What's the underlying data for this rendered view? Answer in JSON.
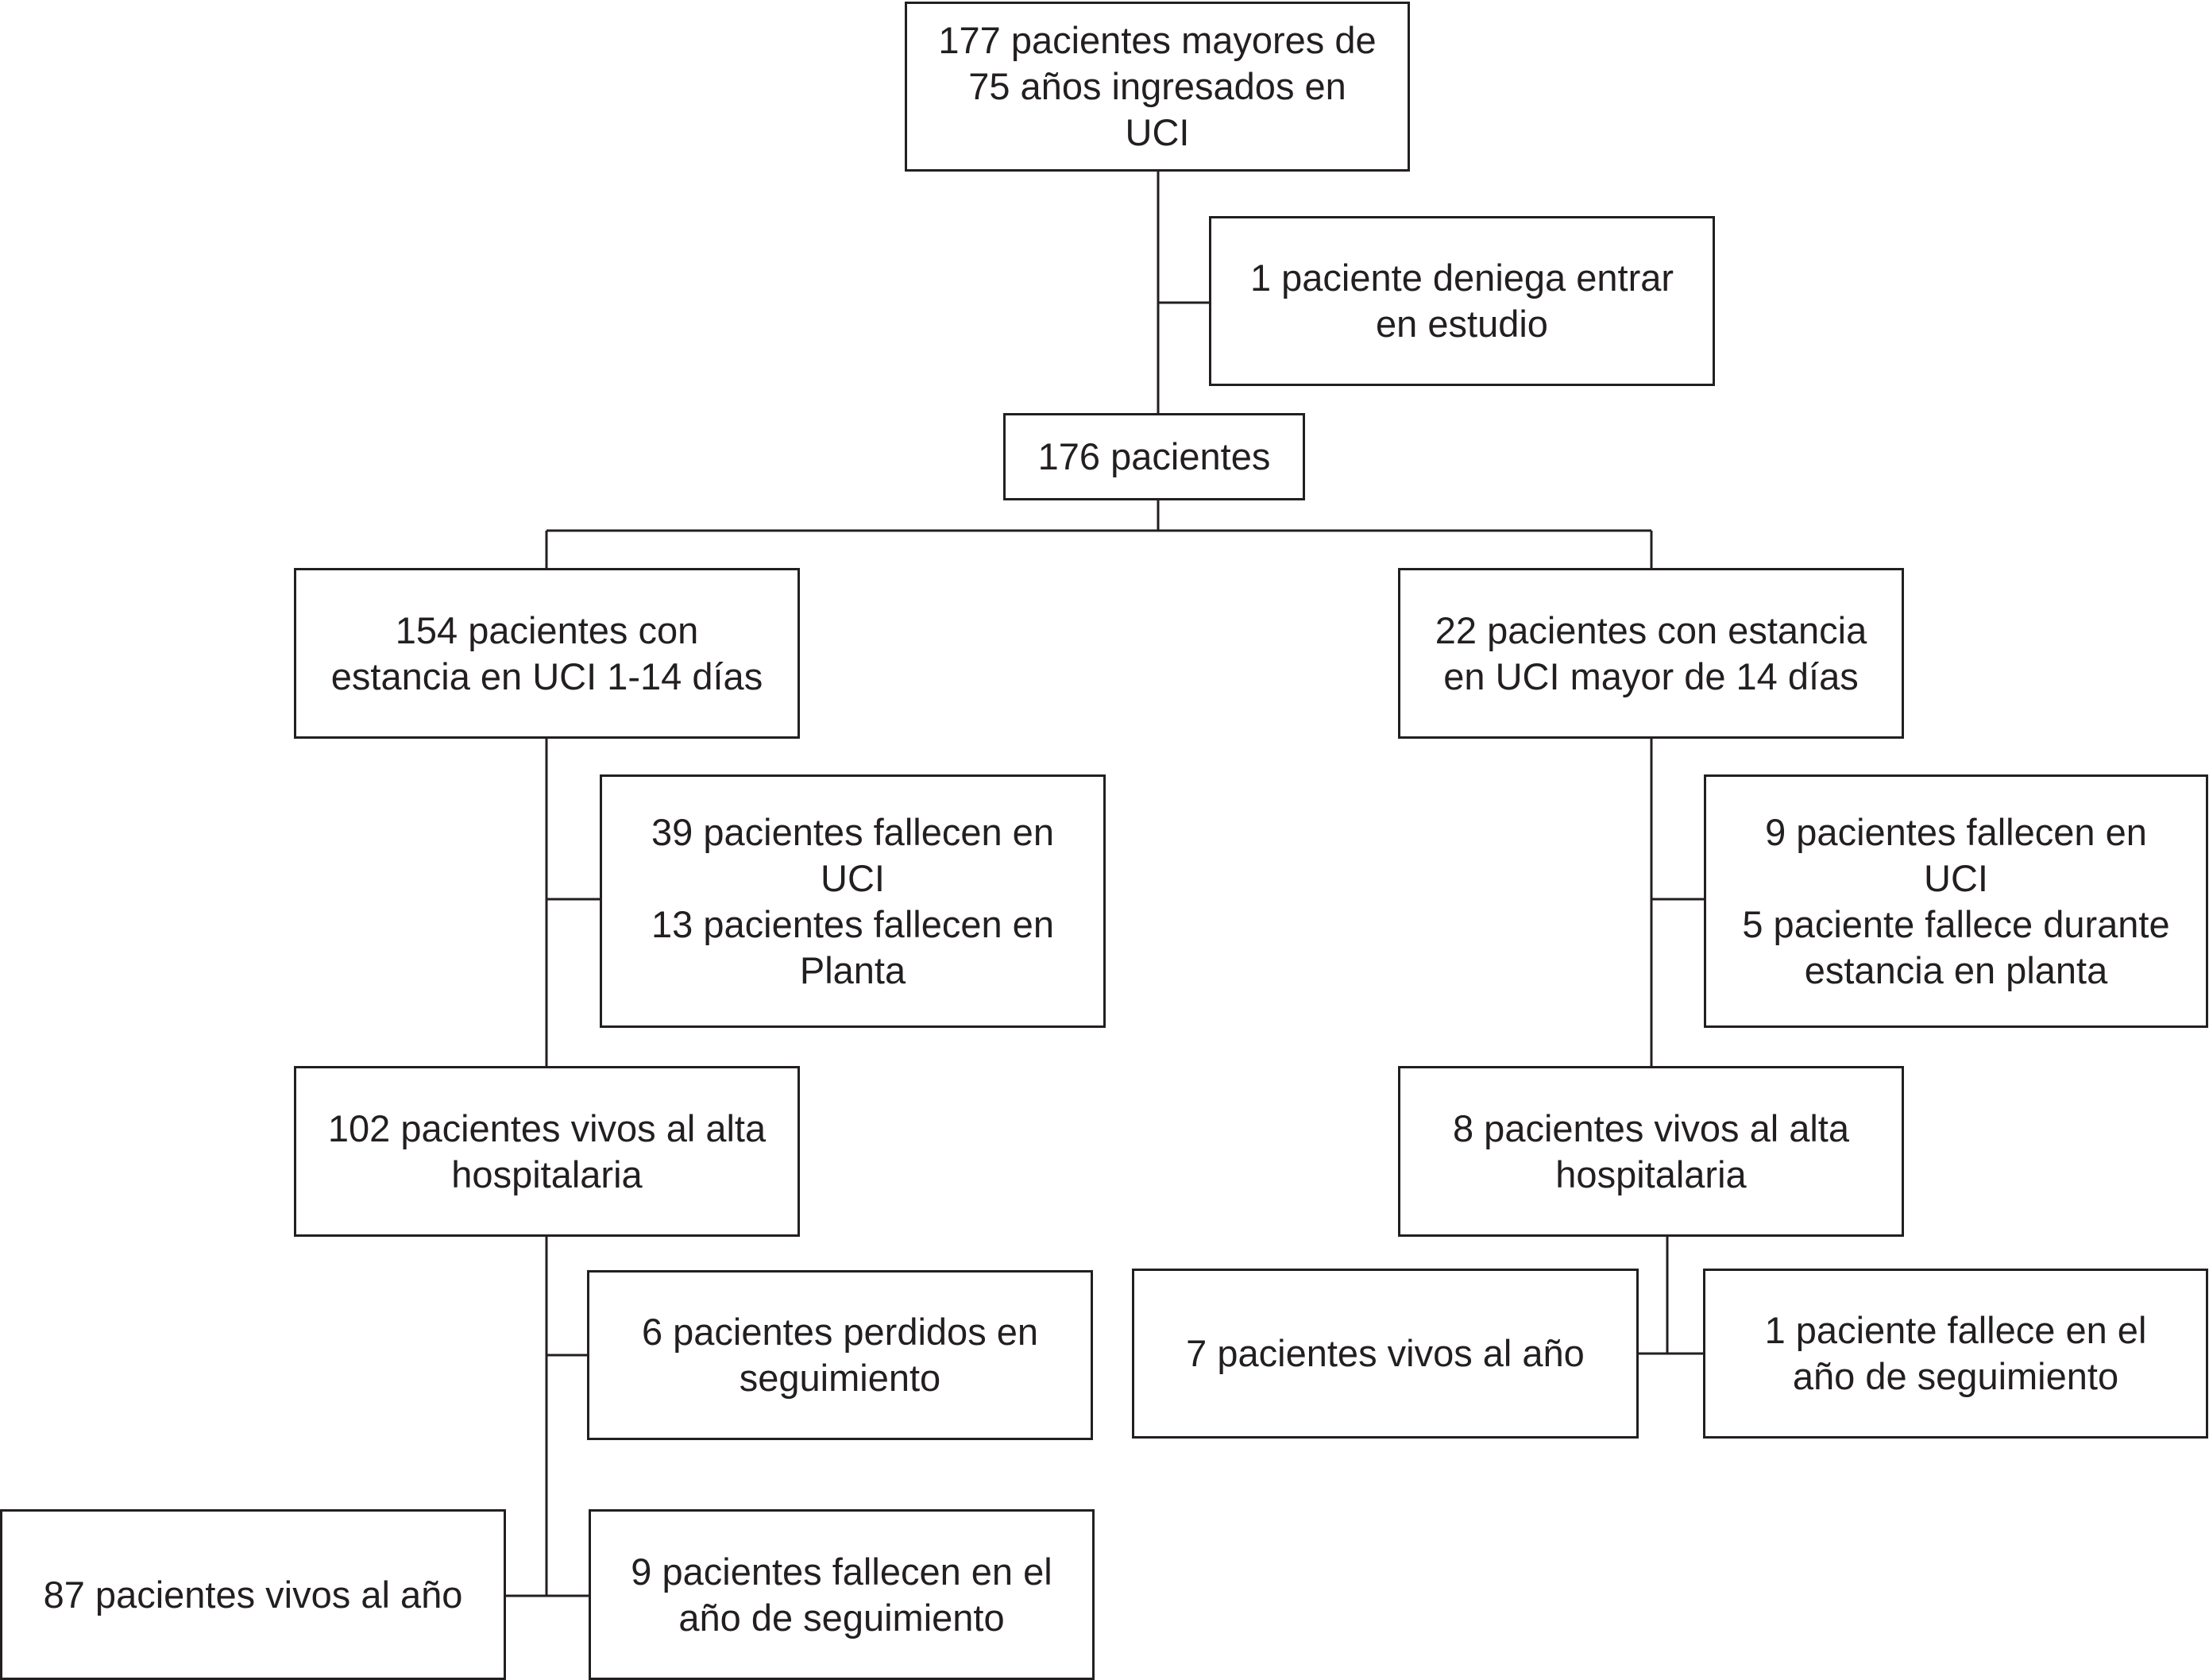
{
  "flowchart": {
    "nodes": {
      "start": {
        "lines": [
          "177 pacientes mayores de",
          "75 años ingresados en",
          "UCI"
        ]
      },
      "exclusion": {
        "lines": [
          "1 paciente deniega entrar",
          "en estudio"
        ]
      },
      "enrolled": {
        "lines": [
          "176 pacientes"
        ]
      },
      "short_stay": {
        "lines": [
          "154 pacientes con",
          "estancia en UCI 1-14 días"
        ]
      },
      "long_stay": {
        "lines": [
          "22 pacientes con estancia",
          "en UCI mayor de 14 días"
        ]
      },
      "short_deaths": {
        "lines": [
          "39 pacientes fallecen en",
          "UCI",
          "13 pacientes fallecen en",
          "Planta"
        ]
      },
      "long_deaths": {
        "lines": [
          "9 pacientes fallecen en",
          "UCI",
          "5 paciente fallece durante",
          "estancia en planta"
        ]
      },
      "short_discharge": {
        "lines": [
          "102 pacientes vivos al alta",
          "hospitalaria"
        ]
      },
      "long_discharge": {
        "lines": [
          "8 pacientes vivos al alta",
          "hospitalaria"
        ]
      },
      "short_lost": {
        "lines": [
          "6 pacientes perdidos en",
          "seguimiento"
        ]
      },
      "long_alive_year": {
        "lines": [
          "7 pacientes vivos al año"
        ]
      },
      "long_died_year": {
        "lines": [
          "1 paciente fallece en el",
          "año de seguimiento"
        ]
      },
      "short_alive_year": {
        "lines": [
          "87 pacientes vivos al año"
        ]
      },
      "short_died_year": {
        "lines": [
          "9 pacientes fallecen en el",
          "año de seguimiento"
        ]
      }
    },
    "line_color": "#231f20"
  }
}
